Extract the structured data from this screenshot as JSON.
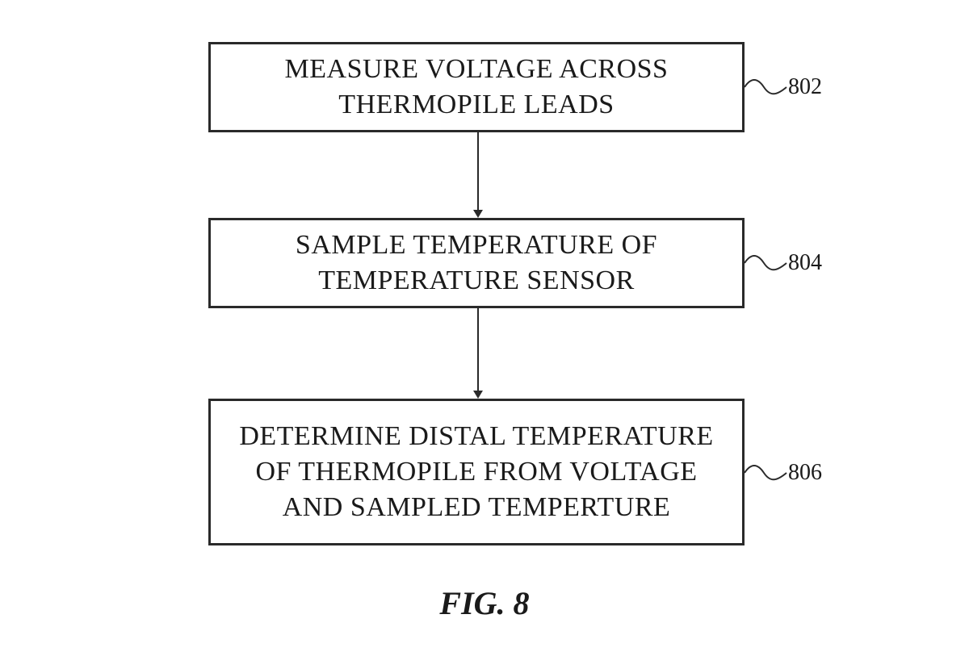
{
  "diagram": {
    "type": "flowchart",
    "steps": [
      {
        "ref": "802",
        "lines": [
          "MEASURE VOLTAGE ACROSS",
          "THERMOPILE LEADS"
        ]
      },
      {
        "ref": "804",
        "lines": [
          "SAMPLE TEMPERATURE OF",
          "TEMPERATURE SENSOR"
        ]
      },
      {
        "ref": "806",
        "lines": [
          "DETERMINE DISTAL TEMPERATURE",
          "OF THERMOPILE FROM VOLTAGE",
          "AND SAMPLED TEMPERTURE"
        ]
      }
    ],
    "connections": [
      {
        "from": "802",
        "to": "804"
      },
      {
        "from": "804",
        "to": "806"
      }
    ],
    "figure_label": "FIG. 8"
  }
}
